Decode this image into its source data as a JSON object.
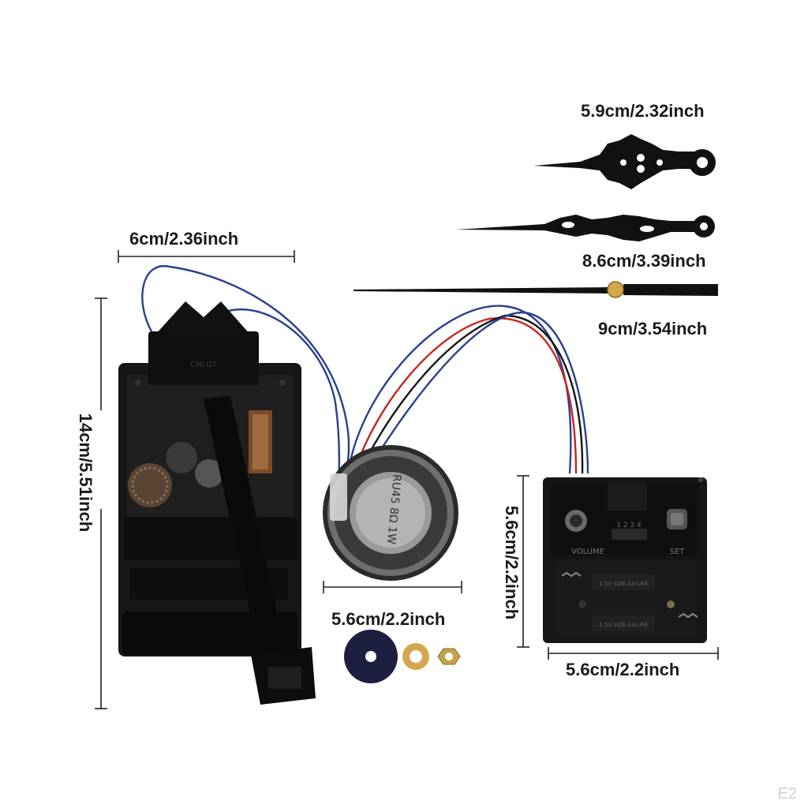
{
  "dimensions": {
    "hour_hand": "5.9cm/2.32inch",
    "minute_hand": "8.6cm/3.39inch",
    "second_hand": "9cm/3.54inch",
    "movement_width": "6cm/2.36inch",
    "movement_height": "14cm/5.51inch",
    "speaker_diameter": "5.6cm/2.2inch",
    "control_box_height": "5.6cm/2.2inch",
    "control_box_width": "5.6cm/2.2inch"
  },
  "product_markings": {
    "movement_brand": "CNLGT",
    "speaker_text": "RU45 8Ω 1W",
    "control_box_volume": "VOLUME",
    "control_box_set": "SET",
    "switch_positions": "1 2 3 4",
    "battery_label": "1.5V SIZE AA-LR6"
  },
  "watermark": "E2",
  "colors": {
    "text": "#1a1a1a",
    "wire_blue": "#2a3f8f",
    "wire_red": "#c8231f",
    "wire_black": "#151515",
    "plastic": "#121212",
    "brass": "#d4a84a"
  }
}
